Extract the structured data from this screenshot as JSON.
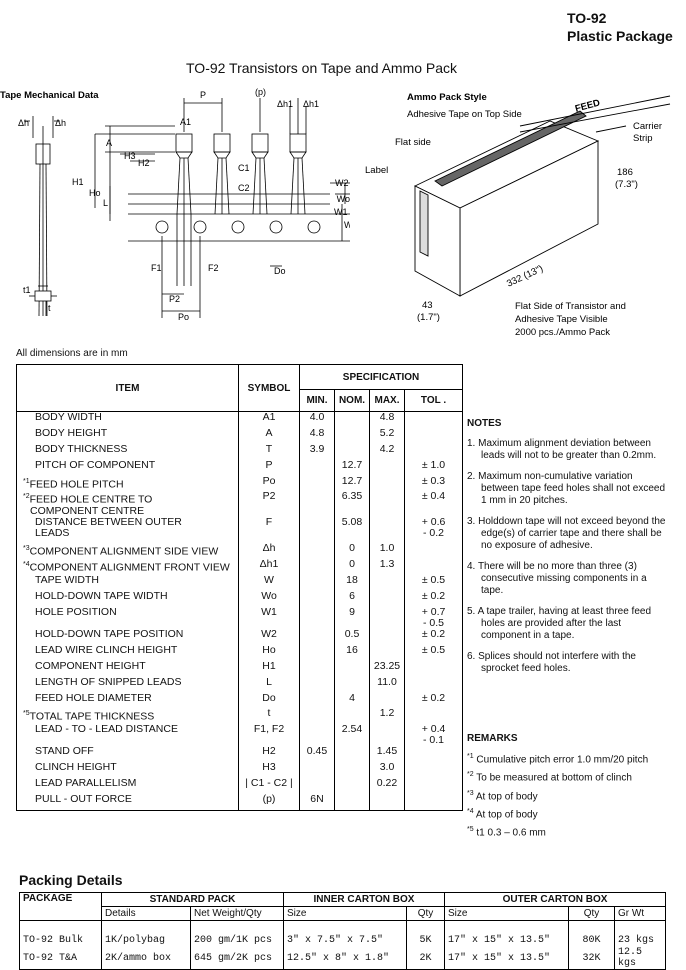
{
  "header": {
    "pkg": "TO-92",
    "pkg_type": "Plastic Package"
  },
  "title": "TO-92 Transistors on Tape and Ammo Pack",
  "diagram": {
    "tape_heading": "Tape Mechanical Data",
    "labels": {
      "P": "P",
      "p": "(p)",
      "dh1a": "Δh1",
      "dh1b": "Δh1",
      "dh": "Δh",
      "dh2": "Δh",
      "A1": "A1",
      "A": "A",
      "H3": "H3",
      "H2": "H2",
      "H1": "H1",
      "Ho": "Ho",
      "L": "L",
      "C1": "C1",
      "C2": "C2",
      "W2": "W2",
      "Wo": "Wo",
      "W1": "W1",
      "W": "W",
      "F1": "F1",
      "F2": "F2",
      "P2": "P2",
      "Po": "Po",
      "Do": "Do",
      "t1": "t1",
      "t": "t"
    },
    "ammo_heading": "Ammo Pack Style",
    "adhesive": "Adhesive Tape on Top Side",
    "feed": "FEED",
    "carrier1": "Carrier",
    "carrier2": "Strip",
    "flat_side": "Flat side",
    "label": "Label",
    "dim_186": "186",
    "dim_186b": "(7.3\")",
    "dim_332": "332 (13\")",
    "dim_43": "43",
    "dim_43b": "(1.7\")",
    "flat_note1": "Flat Side of Transistor and",
    "flat_note2": "Adhesive Tape Visible",
    "flat_note3": "2000 pcs./Ammo Pack"
  },
  "dim_note": "All dimensions are in mm",
  "spec_table": {
    "h_item": "ITEM",
    "h_symbol": "SYMBOL",
    "h_spec": "SPECIFICATION",
    "h_min": "MIN.",
    "h_nom": "NOM.",
    "h_max": "MAX.",
    "h_tol": "TOL .",
    "rows": [
      {
        "fn": "",
        "item": "BODY WIDTH",
        "item2": "",
        "sym": "A1",
        "min": "4.0",
        "nom": "",
        "max": "4.8",
        "tol": "",
        "tol2": ""
      },
      {
        "fn": "",
        "item": "BODY HEIGHT",
        "item2": "",
        "sym": "A",
        "min": "4.8",
        "nom": "",
        "max": "5.2",
        "tol": "",
        "tol2": ""
      },
      {
        "fn": "",
        "item": "BODY THICKNESS",
        "item2": "",
        "sym": "T",
        "min": "3.9",
        "nom": "",
        "max": "4.2",
        "tol": "",
        "tol2": ""
      },
      {
        "fn": "",
        "item": "PITCH OF COMPONENT",
        "item2": "",
        "sym": "P",
        "min": "",
        "nom": "12.7",
        "max": "",
        "tol": "± 1.0",
        "tol2": ""
      },
      {
        "fn": "*1",
        "item": "FEED HOLE PITCH",
        "item2": "",
        "sym": "Po",
        "min": "",
        "nom": "12.7",
        "max": "",
        "tol": "± 0.3",
        "tol2": ""
      },
      {
        "fn": "*2",
        "item": "FEED HOLE CENTRE TO",
        "item2": "COMPONENT CENTRE",
        "sym": "P2",
        "min": "",
        "nom": "6.35",
        "max": "",
        "tol": "± 0.4",
        "tol2": ""
      },
      {
        "fn": "",
        "item": "DISTANCE BETWEEN OUTER",
        "item2": "LEADS",
        "sym": "F",
        "min": "",
        "nom": "5.08",
        "max": "",
        "tol": "+ 0.6",
        "tol2": "- 0.2"
      },
      {
        "fn": "*3",
        "item": "COMPONENT ALIGNMENT SIDE VIEW",
        "item2": "",
        "sym": "Δh",
        "min": "",
        "nom": "0",
        "max": "1.0",
        "tol": "",
        "tol2": ""
      },
      {
        "fn": "*4",
        "item": "COMPONENT ALIGNMENT FRONT VIEW",
        "item2": "",
        "sym": "Δh1",
        "min": "",
        "nom": "0",
        "max": "1.3",
        "tol": "",
        "tol2": ""
      },
      {
        "fn": "",
        "item": "TAPE WIDTH",
        "item2": "",
        "sym": "W",
        "min": "",
        "nom": "18",
        "max": "",
        "tol": "± 0.5",
        "tol2": ""
      },
      {
        "fn": "",
        "item": "HOLD-DOWN TAPE WIDTH",
        "item2": "",
        "sym": "Wo",
        "min": "",
        "nom": "6",
        "max": "",
        "tol": "± 0.2",
        "tol2": ""
      },
      {
        "fn": "",
        "item": "HOLE POSITION",
        "item2": "",
        "sym": "W1",
        "min": "",
        "nom": "9",
        "max": "",
        "tol": "+ 0.7",
        "tol2": "- 0.5"
      },
      {
        "fn": "",
        "item": "HOLD-DOWN TAPE POSITION",
        "item2": "",
        "sym": "W2",
        "min": "",
        "nom": "0.5",
        "max": "",
        "tol": "± 0.2",
        "tol2": ""
      },
      {
        "fn": "",
        "item": "LEAD WIRE CLINCH HEIGHT",
        "item2": "",
        "sym": "Ho",
        "min": "",
        "nom": "16",
        "max": "",
        "tol": "± 0.5",
        "tol2": ""
      },
      {
        "fn": "",
        "item": "COMPONENT HEIGHT",
        "item2": "",
        "sym": "H1",
        "min": "",
        "nom": "",
        "max": "23.25",
        "tol": "",
        "tol2": ""
      },
      {
        "fn": "",
        "item": "LENGTH OF SNIPPED LEADS",
        "item2": "",
        "sym": "L",
        "min": "",
        "nom": "",
        "max": "11.0",
        "tol": "",
        "tol2": ""
      },
      {
        "fn": "",
        "item": "FEED HOLE DIAMETER",
        "item2": "",
        "sym": "Do",
        "min": "",
        "nom": "4",
        "max": "",
        "tol": "± 0.2",
        "tol2": ""
      },
      {
        "fn": "*5",
        "item": "TOTAL TAPE THICKNESS",
        "item2": "",
        "sym": "t",
        "min": "",
        "nom": "",
        "max": "1.2",
        "tol": "",
        "tol2": ""
      },
      {
        "fn": "",
        "item": "LEAD - TO - LEAD DISTANCE",
        "item2": "",
        "sym": "F1, F2",
        "min": "",
        "nom": "2.54",
        "max": "",
        "tol": "+ 0.4",
        "tol2": "- 0.1"
      },
      {
        "fn": "",
        "item": "STAND OFF",
        "item2": "",
        "sym": "H2",
        "min": "0.45",
        "nom": "",
        "max": "1.45",
        "tol": "",
        "tol2": ""
      },
      {
        "fn": "",
        "item": "CLINCH HEIGHT",
        "item2": "",
        "sym": "H3",
        "min": "",
        "nom": "",
        "max": "3.0",
        "tol": "",
        "tol2": ""
      },
      {
        "fn": "",
        "item": "LEAD PARALLELISM",
        "item2": "",
        "sym": "| C1 - C2 |",
        "min": "",
        "nom": "",
        "max": "0.22",
        "tol": "",
        "tol2": ""
      },
      {
        "fn": "",
        "item": "PULL - OUT FORCE",
        "item2": "",
        "sym": "(p)",
        "min": "6N",
        "nom": "",
        "max": "",
        "tol": "",
        "tol2": ""
      }
    ]
  },
  "notes": {
    "heading": "NOTES",
    "items": [
      "1. Maximum alignment deviation between leads will not to be greater than 0.2mm.",
      "2. Maximum non-cumulative variation between tape feed holes shall not exceed 1 mm in 20 pitches.",
      "3. Holddown tape will not exceed beyond the edge(s) of carrier tape and there shall be no exposure of adhesive.",
      "4. There will be no more than three (3) consecutive missing components in a tape.",
      "5. A tape trailer, having at least three feed holes are provided after the last component in a tape.",
      "6. Splices should not interfere with the sprocket feed holes."
    ]
  },
  "remarks": {
    "heading": "REMARKS",
    "items": [
      {
        "fn": "*1",
        "text": "Cumulative pitch error 1.0 mm/20 pitch"
      },
      {
        "fn": "*2",
        "text": "To be measured at bottom of clinch"
      },
      {
        "fn": "*3",
        "text": "At top of body"
      },
      {
        "fn": "*4",
        "text": "At top of body"
      },
      {
        "fn": "*5",
        "text": "t1  0.3 – 0.6 mm"
      }
    ]
  },
  "packing": {
    "title": "Packing Details",
    "h_package": "PACKAGE",
    "h_standard": "STANDARD PACK",
    "h_inner": "INNER CARTON BOX",
    "h_outer": "OUTER CARTON BOX",
    "h_details": "Details",
    "h_netwt": "Net Weight/Qty",
    "h_size": "Size",
    "h_qty": "Qty",
    "h_size2": "Size",
    "h_qty2": "Qty",
    "h_grwt": "Gr Wt",
    "rows": [
      {
        "pkg": "TO-92 Bulk",
        "details": "1K/polybag",
        "netwt": "200 gm/1K pcs",
        "isize": "3\" x 7.5\" x 7.5\"",
        "iqty": "5K",
        "osize": "17\" x 15\" x 13.5\"",
        "oqty": "80K",
        "grwt": "23 kgs"
      },
      {
        "pkg": "TO-92 T&A",
        "details": "2K/ammo box",
        "netwt": "645 gm/2K pcs",
        "isize": "12.5\" x 8\" x 1.8\"",
        "iqty": "2K",
        "osize": "17\" x 15\" x 13.5\"",
        "oqty": "32K",
        "grwt": "12.5 kgs"
      }
    ]
  }
}
